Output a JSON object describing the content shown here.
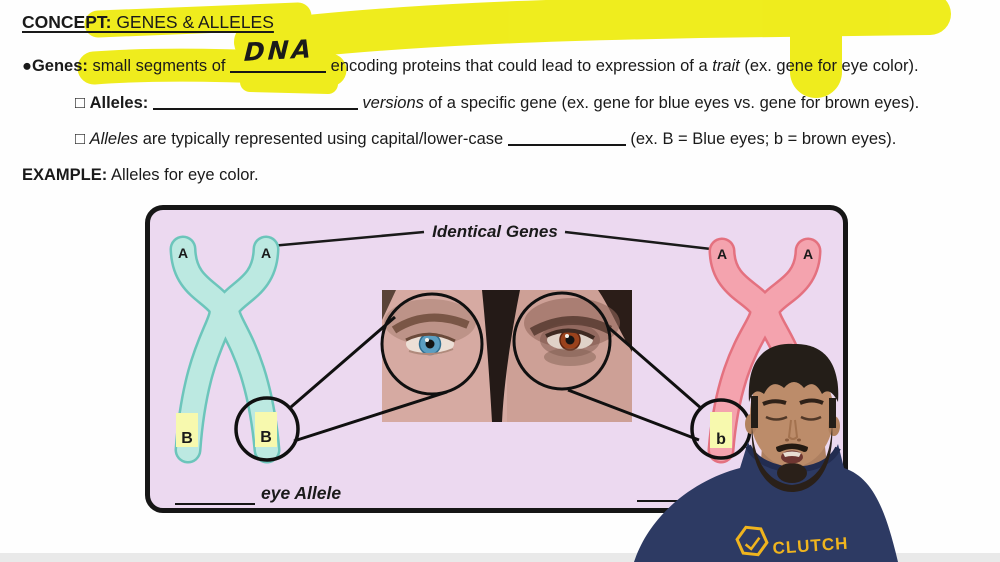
{
  "header": {
    "concept_label": "CONCEPT:",
    "concept_title": " GENES & ALLELES"
  },
  "notes": {
    "genes": {
      "bullet": "●",
      "term": "Genes: ",
      "pre": "small segments of ",
      "handwritten_answer": "DNA",
      "mid": " encoding proteins that could lead to expression of a ",
      "italic_word": "trait",
      "tail": " (ex. gene for eye color)."
    },
    "alleles_def": {
      "bullet": "□ ",
      "term": "Alleles: ",
      "italic_word": " versions",
      "tail": " of a specific gene (ex. gene for blue eyes vs. gene for brown eyes)."
    },
    "alleles_rep": {
      "bullet": "□ ",
      "term": "Alleles",
      "mid": " are typically represented using capital/lower-case ",
      "tail": " (ex. B = Blue eyes; b = brown eyes)."
    },
    "example": {
      "label": "EXAMPLE:",
      "text": " Alleles for eye color."
    }
  },
  "diagram": {
    "identical_genes_label": "Identical Genes",
    "background": "#ecd9f0",
    "left_chromosome": {
      "fill": "#bce9e1",
      "stroke": "#6cc5bb",
      "top_labels": [
        "A",
        "A"
      ],
      "band_labels": [
        "B",
        "B"
      ],
      "band_color": "#f7f9ae"
    },
    "right_chromosome": {
      "fill": "#f4a3ae",
      "stroke": "#e4717f",
      "top_labels": [
        "A",
        "A"
      ],
      "band_labels": [
        "b"
      ],
      "band_color": "#f7f9ae"
    },
    "left_caption": "eye Allele",
    "eye_colors": {
      "left_iris": "#5b9ec2",
      "right_iris": "#9a421c"
    }
  },
  "video_overlay": {
    "shirt_label": "CLUTCH",
    "shirt_color": "#2d3a63",
    "logo_color": "#f0b41e"
  },
  "colors": {
    "highlighter": "#eeeb0b"
  }
}
